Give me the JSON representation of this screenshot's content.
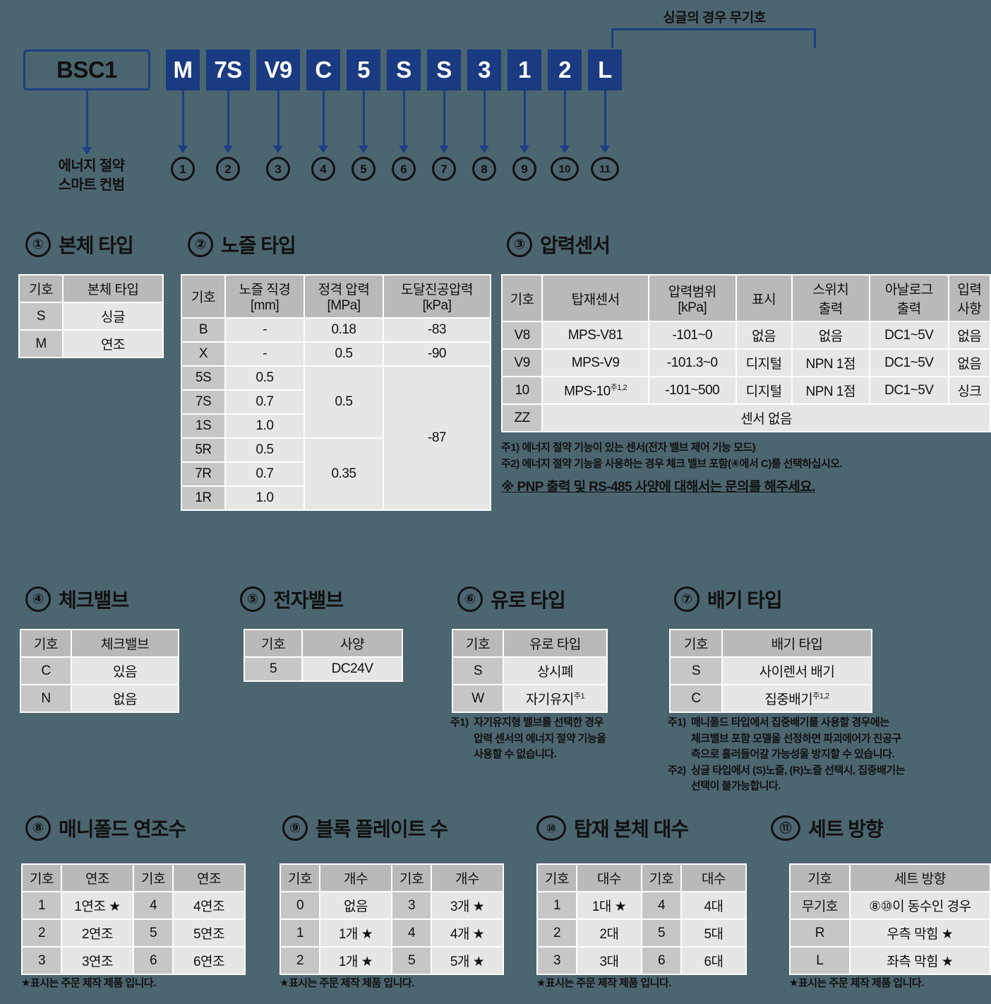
{
  "code_row": {
    "bracket_label": "싱글의 경우 무기호",
    "head_code": "BSC1",
    "head_caption": "에너지 절약\n스마트 컨범",
    "boxes": [
      {
        "value": "M",
        "index": "①"
      },
      {
        "value": "7S",
        "index": "②"
      },
      {
        "value": "V9",
        "index": "③"
      },
      {
        "value": "C",
        "index": "④"
      },
      {
        "value": "5",
        "index": "⑤"
      },
      {
        "value": "S",
        "index": "⑥"
      },
      {
        "value": "S",
        "index": "⑦"
      },
      {
        "value": "3",
        "index": "⑧"
      },
      {
        "value": "1",
        "index": "⑨"
      },
      {
        "value": "2",
        "index": "⑩"
      },
      {
        "value": "L",
        "index": "⑪"
      }
    ]
  },
  "sections": {
    "s1": {
      "num": "①",
      "title": "본체 타입",
      "headers": [
        "기호",
        "본체 타입"
      ],
      "rows": [
        [
          "S",
          "싱글"
        ],
        [
          "M",
          "연조"
        ]
      ]
    },
    "s2": {
      "num": "②",
      "title": "노즐 타입",
      "headers": [
        "기호",
        "노즐 직경\n[mm]",
        "정격 압력\n[MPa]",
        "도달진공압력\n[kPa]"
      ],
      "rows": [
        [
          "B",
          "-",
          "0.18",
          "-83"
        ],
        [
          "X",
          "-",
          "0.5",
          "-90"
        ],
        [
          "5S",
          "0.5",
          "0.5",
          "-87"
        ],
        [
          "7S",
          "0.7",
          "",
          ""
        ],
        [
          "1S",
          "1.0",
          "",
          ""
        ],
        [
          "5R",
          "0.5",
          "0.35",
          ""
        ],
        [
          "7R",
          "0.7",
          "",
          ""
        ],
        [
          "1R",
          "1.0",
          "",
          ""
        ]
      ]
    },
    "s3": {
      "num": "③",
      "title": "압력센서",
      "headers": [
        "기호",
        "탑재센서",
        "압력범위\n[kPa]",
        "표시",
        "스위치\n출력",
        "아날로그\n출력",
        "입력\n사항"
      ],
      "rows": [
        [
          "V8",
          "MPS-V81",
          "-101~0",
          "없음",
          "없음",
          "DC1~5V",
          "없음"
        ],
        [
          "V9",
          "MPS-V9",
          "-101.3~0",
          "디지털",
          "NPN 1점",
          "DC1~5V",
          "없음"
        ],
        [
          "10",
          "MPS-10",
          "-101~500",
          "디지털",
          "NPN 1점",
          "DC1~5V",
          "싱크"
        ]
      ],
      "row_10_sup": "주1,2",
      "last_row_sym": "ZZ",
      "last_row_text": "센서 없음",
      "notes": [
        {
          "tag": "주1)",
          "body": "에너지 절약 기능이 있는 센서(전자 밸브 제어 기능 모드)"
        },
        {
          "tag": "주2)",
          "body": "에너지 절약 기능을 사용하는 경우 체크 밸브 포함(④에서 C)를 선택하십시오."
        }
      ],
      "emphasis": "※ PNP 출력 및 RS-485 사양에 대해서는 문의를 해주세요."
    },
    "s4": {
      "num": "④",
      "title": "체크밸브",
      "headers": [
        "기호",
        "체크밸브"
      ],
      "rows": [
        [
          "C",
          "있음"
        ],
        [
          "N",
          "없음"
        ]
      ]
    },
    "s5": {
      "num": "⑤",
      "title": "전자밸브",
      "headers": [
        "기호",
        "사양"
      ],
      "rows": [
        [
          "5",
          "DC24V"
        ]
      ]
    },
    "s6": {
      "num": "⑥",
      "title": "유로 타입",
      "headers": [
        "기호",
        "유로 타입"
      ],
      "rows": [
        [
          "S",
          "상시폐"
        ],
        [
          "W",
          "자기유지"
        ]
      ],
      "row_w_sup": "주1",
      "notes": [
        {
          "tag": "주1)",
          "body": "자기유지형 밸브를 선택한 경우\n압력 센서의 에너지 절약 기능울\n사용할 수 없습니다."
        }
      ]
    },
    "s7": {
      "num": "⑦",
      "title": "배기 타입",
      "headers": [
        "기호",
        "배기 타입"
      ],
      "rows": [
        [
          "S",
          "사이렌서 배기"
        ],
        [
          "C",
          "집중배기"
        ]
      ],
      "row_c_sup": "주1,2",
      "notes": [
        {
          "tag": "주1)",
          "body": "매니폴드 타입에서 집중배기를 사용할 경우에는\n체크밸브 포함 모델울 선정하면 파괴에어가 진공구\n측으로 흘러들어갈 가능성울 방지할 수 있습니다."
        },
        {
          "tag": "주2)",
          "body": "싱글 타입에서 (S)노즐, (R)노즐 선택시, 집중배기는\n선택이 불가능합니다."
        }
      ]
    },
    "s8": {
      "num": "⑧",
      "title": "매니폴드 연조수",
      "headers": [
        "기호",
        "연조",
        "기호",
        "연조"
      ],
      "rows": [
        [
          "1",
          "1연조 ★",
          "4",
          "4연조"
        ],
        [
          "2",
          "2연조",
          "5",
          "5연조"
        ],
        [
          "3",
          "3연조",
          "6",
          "6연조"
        ]
      ],
      "starnote": "★표시는 주문 제작 제품 입니다."
    },
    "s9": {
      "num": "⑨",
      "title": "블록 플레이트 수",
      "headers": [
        "기호",
        "개수",
        "기호",
        "개수"
      ],
      "rows": [
        [
          "0",
          "없음",
          "3",
          "3개 ★"
        ],
        [
          "1",
          "1개 ★",
          "4",
          "4개 ★"
        ],
        [
          "2",
          "1개 ★",
          "5",
          "5개 ★"
        ]
      ],
      "starnote": "★표시는 주문 제작 제품 입니다."
    },
    "s10": {
      "num": "⑩",
      "title": "탑재 본체 대수",
      "headers": [
        "기호",
        "대수",
        "기호",
        "대수"
      ],
      "rows": [
        [
          "1",
          "1대 ★",
          "4",
          "4대"
        ],
        [
          "2",
          "2대",
          "5",
          "5대"
        ],
        [
          "3",
          "3대",
          "6",
          "6대"
        ]
      ],
      "starnote": "★표시는 주문 제작 제품 입니다."
    },
    "s11": {
      "num": "⑪",
      "title": "세트 방향",
      "headers": [
        "기호",
        "세트 방향"
      ],
      "rows": [
        [
          "무기호",
          "⑧⑩이 동수인 경우"
        ],
        [
          "R",
          "우측 막힘 ★"
        ],
        [
          "L",
          "좌측 막힘 ★"
        ]
      ],
      "starnote": "★표시는 주문 제작 제품 입니다."
    }
  },
  "colors": {
    "background": "#4c6670",
    "accent_blue": "#1a3a81",
    "header_gray": "#b9b9b9",
    "symbol_gray": "#c6c6c6",
    "cell_gray": "#e6e6e6"
  }
}
